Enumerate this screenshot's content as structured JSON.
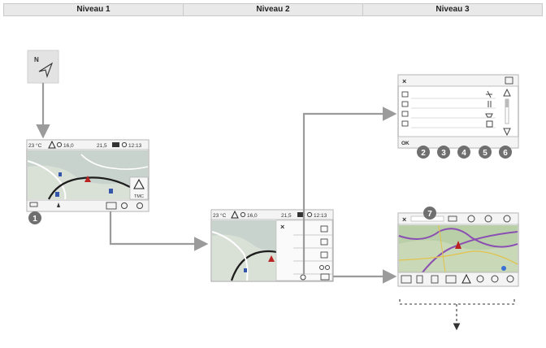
{
  "header": {
    "col1": "Niveau 1",
    "col2": "Niveau 2",
    "col3": "Niveau 3"
  },
  "compass": {
    "letter": "N"
  },
  "level1": {
    "temp": "23 °C",
    "distance": "16,0",
    "reading": "21,5",
    "time": "12:13",
    "tmc": "TMC",
    "badge": "1"
  },
  "level2": {
    "temp": "23 °C",
    "distance": "16,0",
    "reading": "21,5",
    "time": "12:13"
  },
  "list_screen": {
    "ok": "OK",
    "badges": [
      "2",
      "3",
      "4",
      "5",
      "6"
    ]
  },
  "map_screen": {
    "badge": "7"
  }
}
